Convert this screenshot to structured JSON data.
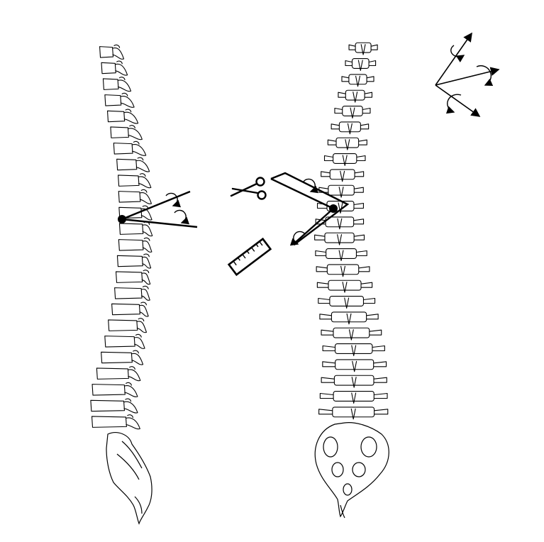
{
  "figure": {
    "background": "#ffffff",
    "line_color": "#000000",
    "spines": [
      {
        "id": "sagittal",
        "view": "lateral",
        "vertebra_count": 24
      },
      {
        "id": "coronal",
        "view": "posterior",
        "vertebra_count": 24
      }
    ],
    "icons": [
      "scissors-icon",
      "ruler-icon",
      "coordinate-axes-icon",
      "rotation-arrow-icon"
    ],
    "annotations": [
      {
        "id": "left-angle",
        "type": "wedge-with-rotation-arrows"
      },
      {
        "id": "right-angle",
        "type": "wedge-with-rotation-arrows"
      }
    ]
  }
}
